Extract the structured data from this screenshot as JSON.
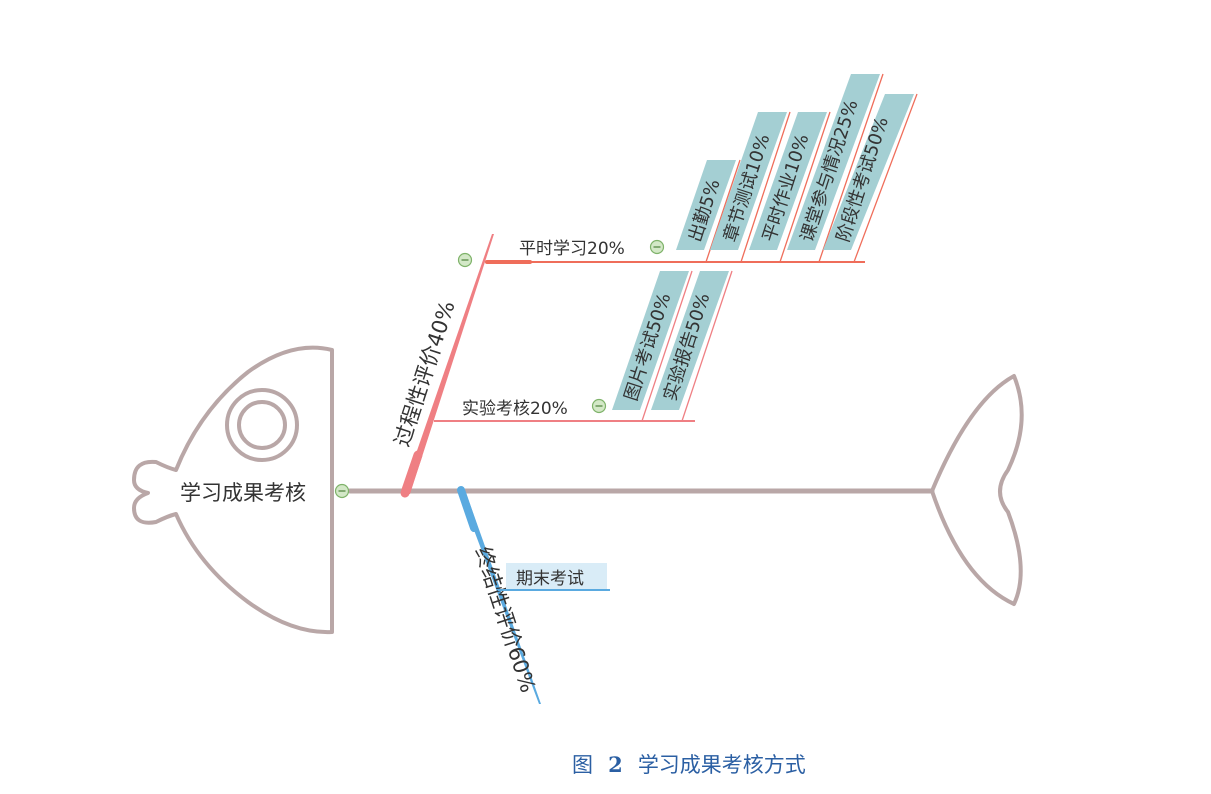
{
  "diagram": {
    "root": "学习成果考核",
    "process": {
      "label": "过程性评价40%",
      "branches": [
        {
          "label": "平时学习20%",
          "items": [
            "出勤5%",
            "章节测试10%",
            "平时作业10%",
            "课堂参与情况25%",
            "阶段性考试50%"
          ]
        },
        {
          "label": "实验考核20%",
          "items": [
            "图片考试50%",
            "实验报告50%"
          ]
        }
      ]
    },
    "summative": {
      "label": "终结性评价60%",
      "branches": [
        {
          "label": "期末考试"
        }
      ]
    },
    "colors": {
      "skeleton": "#b9a7a7",
      "process": "#ef7f83",
      "process_top": "#ef6d5a",
      "summative": "#5aaae0",
      "tag_fill": "#a4cfd3",
      "summative_tag_fill": "#d9ecf7",
      "collapse_fill": "#d3e8c7",
      "collapse_stroke": "#7fb36a"
    }
  },
  "caption": {
    "figure": "图",
    "number": "2",
    "title": "学习成果考核方式"
  }
}
